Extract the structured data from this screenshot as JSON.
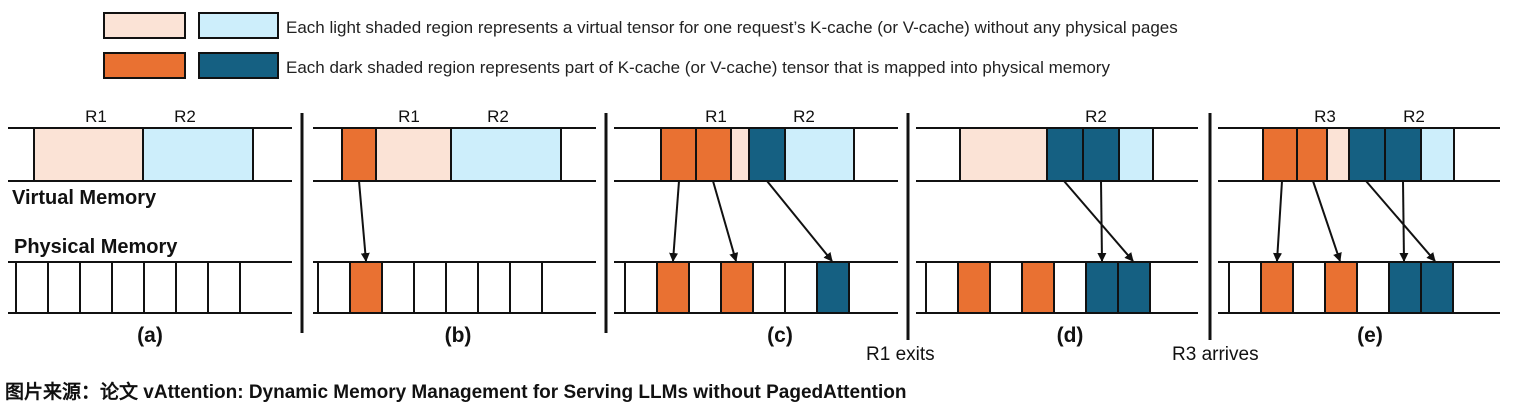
{
  "legend": {
    "light_text": "Each light shaded region represents a virtual tensor for one request’s K-cache (or V-cache) without any physical pages",
    "dark_text": "Each dark shaded region represents part of K-cache (or V-cache) tensor that is mapped into physical memory"
  },
  "labels": {
    "virtual_memory": "Virtual Memory",
    "physical_memory": "Physical Memory"
  },
  "panels": [
    {
      "label": "(a)",
      "requests": [
        "R1",
        "R2"
      ]
    },
    {
      "label": "(b)",
      "requests": [
        "R1",
        "R2"
      ]
    },
    {
      "label": "(c)",
      "requests": [
        "R1",
        "R2"
      ]
    },
    {
      "label": "(d)",
      "requests": [
        "R2"
      ]
    },
    {
      "label": "(e)",
      "requests": [
        "R3",
        "R2"
      ]
    }
  ],
  "events": {
    "r1_exits": "R1 exits",
    "r3_arrives": "R3 arrives"
  },
  "caption": "图片来源：论文 vAttention: Dynamic Memory Management for Serving LLMs without PagedAttention",
  "colors": {
    "light_orange": "#fbe3d6",
    "light_blue": "#cdeefb",
    "dark_orange": "#e97132",
    "dark_blue": "#156082",
    "stroke": "#111111"
  }
}
